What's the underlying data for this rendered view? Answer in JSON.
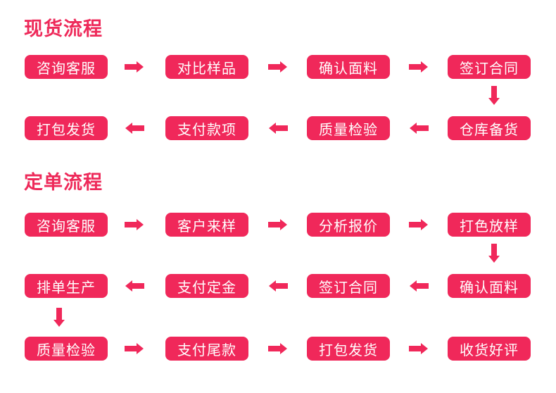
{
  "colors": {
    "accent": "#f0285a",
    "title": "#ee2a5a"
  },
  "sections": [
    {
      "title": "现货流程",
      "steps": [
        "咨询客服",
        "对比样品",
        "确认面料",
        "签订合同",
        "仓库备货",
        "质量检验",
        "支付款项",
        "打包发货"
      ]
    },
    {
      "title": "定单流程",
      "steps": [
        "咨询客服",
        "客户来样",
        "分析报价",
        "打色放样",
        "确认面料",
        "签订合同",
        "支付定金",
        "排单生产",
        "质量检验",
        "支付尾款",
        "打包发货",
        "收货好评"
      ]
    }
  ]
}
